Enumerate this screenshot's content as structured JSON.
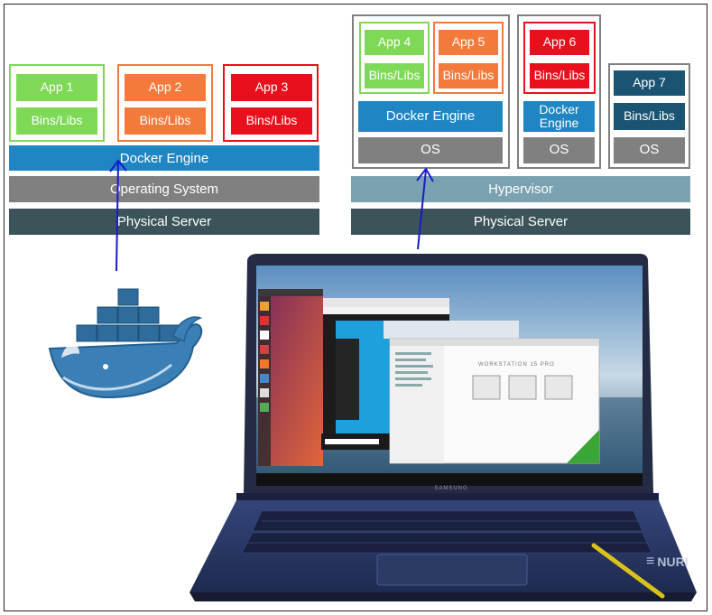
{
  "containers": {
    "apps": [
      {
        "app": "App 1",
        "libs": "Bins/Libs"
      },
      {
        "app": "App 2",
        "libs": "Bins/Libs"
      },
      {
        "app": "App 3",
        "libs": "Bins/Libs"
      }
    ],
    "engine": "Docker Engine",
    "os": "Operating System",
    "server": "Physical Server"
  },
  "vms": {
    "vm1": {
      "apps": [
        {
          "app": "App 4",
          "libs": "Bins/Libs"
        },
        {
          "app": "App 5",
          "libs": "Bins/Libs"
        }
      ],
      "engine": "Docker Engine",
      "os": "OS"
    },
    "vm2": {
      "app": "App 6",
      "libs": "Bins/Libs",
      "engine": "Docker\nEngine",
      "os": "OS"
    },
    "vm3": {
      "app": "App 7",
      "libs": "Bins/Libs",
      "os": "OS"
    },
    "hypervisor": "Hypervisor",
    "server": "Physical Server"
  },
  "laptop": {
    "brand": "SAMSUNG",
    "watermark": "NURI",
    "vm_window_title": "WORKSTATION 15 PRO"
  },
  "colors": {
    "green": "#7ed957",
    "orange": "#f47a3b",
    "red": "#e8101c",
    "engine_blue": "#1f85c3",
    "os_gray": "#808080",
    "server_dark": "#3c5459",
    "hypervisor": "#7aa2b0",
    "navy": "#1b5472",
    "arrow": "#1a1acb",
    "whale": "#3a7fb5"
  }
}
